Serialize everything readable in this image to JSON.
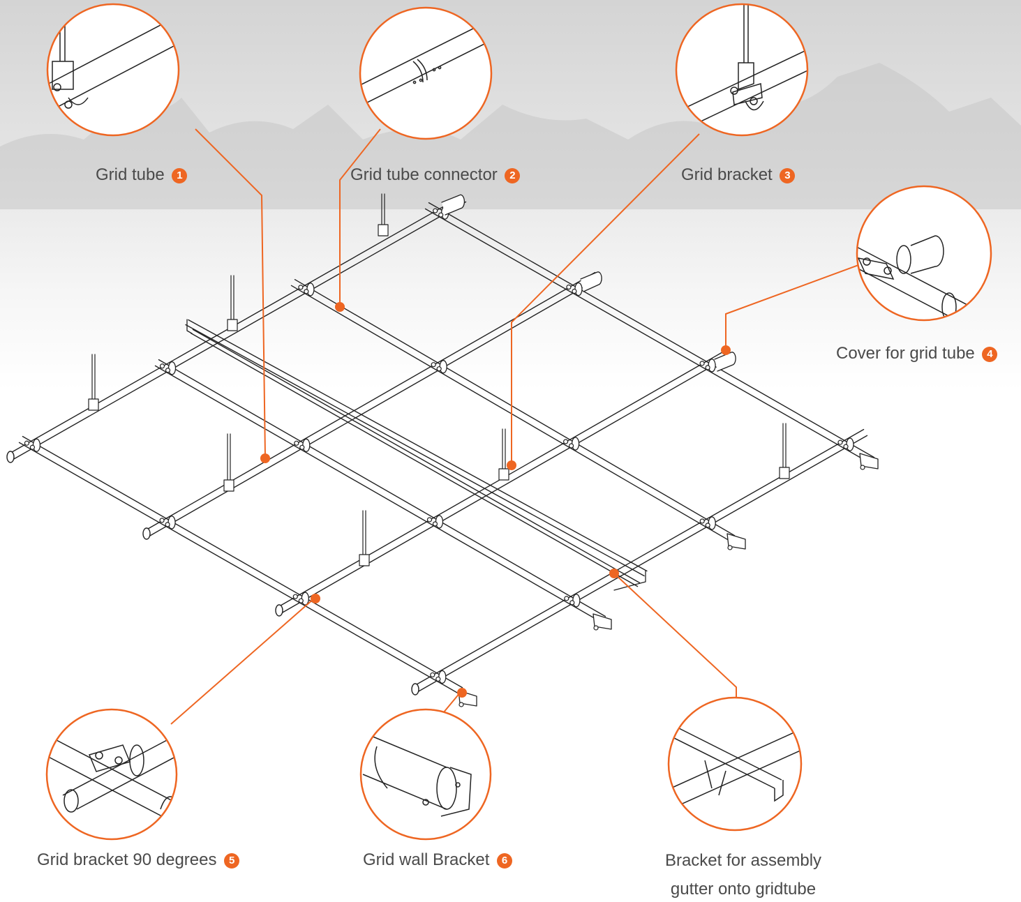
{
  "accent_color": "#ee6622",
  "callouts": [
    {
      "label": "Grid tube",
      "number": "1"
    },
    {
      "label": "Grid tube connector",
      "number": "2"
    },
    {
      "label": "Grid bracket",
      "number": "3"
    },
    {
      "label": "Cover for grid tube",
      "number": "4"
    },
    {
      "label": "Grid bracket 90 degrees",
      "number": "5"
    },
    {
      "label": "Grid wall Bracket",
      "number": "6"
    },
    {
      "label": "Bracket for assembly gutter onto gridtube",
      "number": ""
    }
  ]
}
